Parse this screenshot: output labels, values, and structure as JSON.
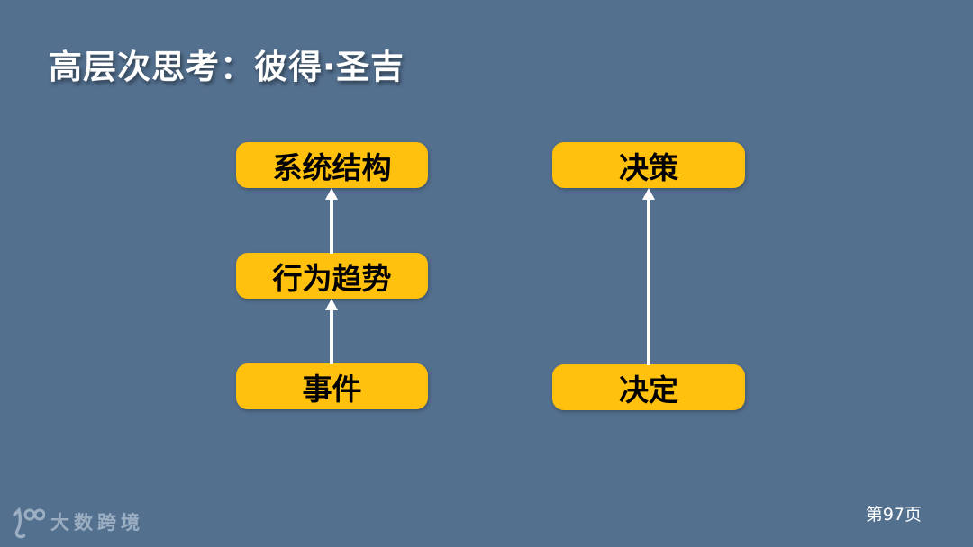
{
  "slide": {
    "title": "高层次思考：彼得·圣吉",
    "page_number": "第97页"
  },
  "footer": {
    "logo_text": "大数跨境",
    "logo_icon": "logo-100-swoosh-icon"
  },
  "diagram": {
    "type": "stacked-flow",
    "flow_direction": "bottom-to-top",
    "left_column": {
      "boxes": [
        {
          "label": "系统结构",
          "level": "top"
        },
        {
          "label": "行为趋势",
          "level": "middle"
        },
        {
          "label": "事件",
          "level": "bottom"
        }
      ],
      "arrows": [
        {
          "from": "事件",
          "to": "行为趋势"
        },
        {
          "from": "行为趋势",
          "to": "系统结构"
        }
      ]
    },
    "right_column": {
      "boxes": [
        {
          "label": "决策",
          "level": "top"
        },
        {
          "label": "决定",
          "level": "bottom"
        }
      ],
      "arrows": [
        {
          "from": "决定",
          "to": "决策"
        }
      ]
    }
  },
  "colors": {
    "background": "#53708F",
    "box_fill": "#FFC00E",
    "box_text": "#000000",
    "arrow": "#FFFFFF",
    "title_text": "#FFFFFF",
    "footer_text": "#FFFFFF"
  }
}
